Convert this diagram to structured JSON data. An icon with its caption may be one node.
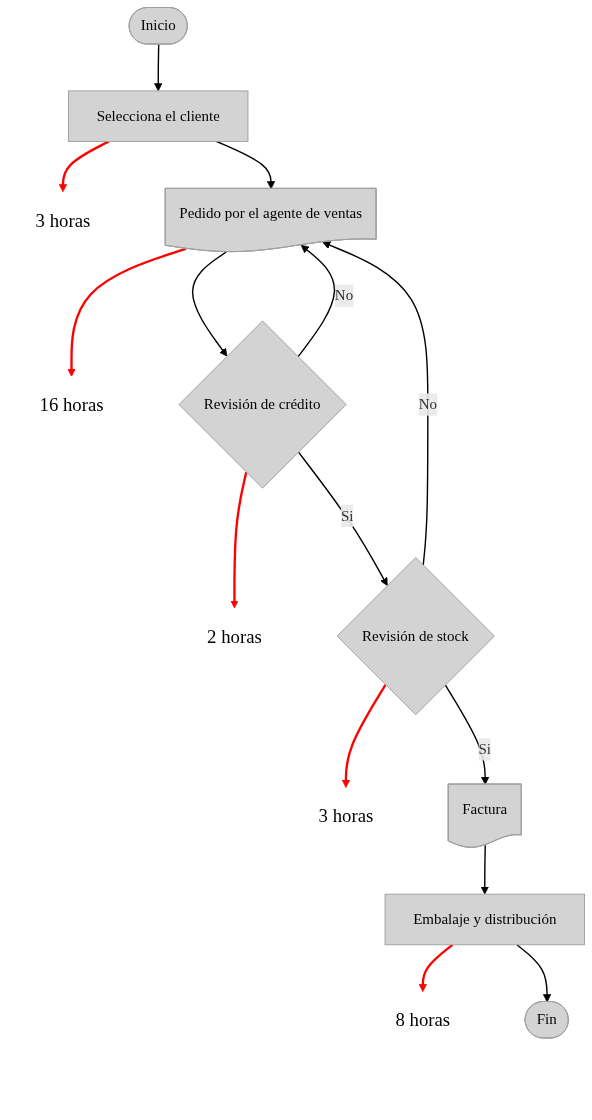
{
  "diagram": {
    "nodes": [
      {
        "text": [
          "Inicio"
        ]
      },
      {
        "text": [
          "Selecciona el cliente"
        ]
      },
      {
        "text": [
          "3 horas"
        ]
      },
      {
        "text": [
          "Pedido por el agente de ventas"
        ]
      },
      {
        "text": [
          "16 horas"
        ]
      },
      {
        "text": [
          "Revisión de crédito"
        ]
      },
      {
        "text": [
          "2 horas"
        ]
      },
      {
        "text": [
          "Revisión de stock"
        ]
      },
      {
        "text": [
          "3 horas"
        ]
      },
      {
        "text": [
          "Factura"
        ]
      },
      {
        "text": [
          "Embalaje y distribución"
        ]
      },
      {
        "text": [
          "8 horas"
        ]
      },
      {
        "text": [
          "Fin"
        ]
      }
    ],
    "edges": [
      {
        "from": 0,
        "to": 1,
        "arrow": "to"
      },
      {
        "from": 1,
        "to": 2,
        "arrow": "to",
        "color": "#ff0000"
      },
      {
        "from": 1,
        "to": 3,
        "arrow": "to"
      },
      {
        "from": 3,
        "to": 4,
        "arrow": "to",
        "color": "#ff0000"
      },
      {
        "from": 3,
        "to": 5,
        "arrow": "to"
      },
      {
        "from": 5,
        "to": 3,
        "arrow": "to",
        "label": "No"
      },
      {
        "from": 5,
        "to": 6,
        "arrow": "to",
        "color": "#ff0000"
      },
      {
        "from": 5,
        "to": 7,
        "arrow": "to",
        "label": "Si"
      },
      {
        "from": 7,
        "to": 3,
        "arrow": "to",
        "label": "No"
      },
      {
        "from": 7,
        "to": 8,
        "arrow": "to",
        "color": "#ff0000"
      },
      {
        "from": 7,
        "to": 9,
        "arrow": "to",
        "label": "Si"
      },
      {
        "from": 9,
        "to": 10,
        "arrow": "to"
      },
      {
        "from": 10,
        "to": 11,
        "arrow": "to",
        "color": "#ff0000"
      },
      {
        "from": 10,
        "to": 12,
        "arrow": "to"
      }
    ]
  }
}
